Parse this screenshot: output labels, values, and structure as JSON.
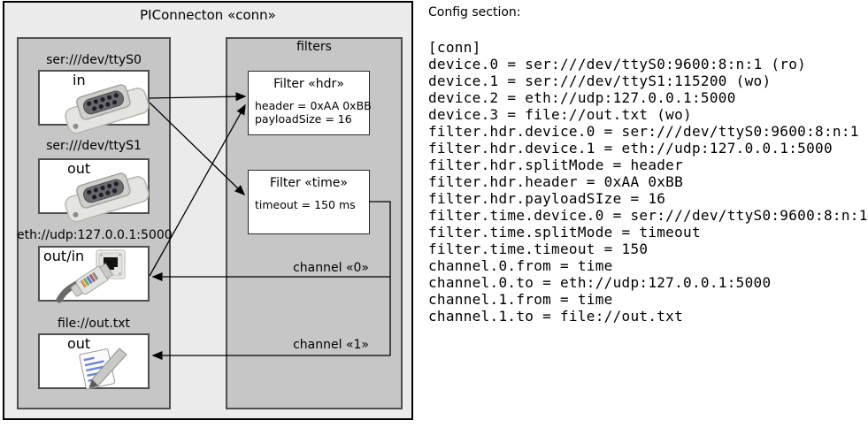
{
  "diagram": {
    "title": "PIConnecton «conn»",
    "devices": [
      {
        "label": "ser:///dev/ttyS0",
        "port": "in",
        "icon": "serial-connector-icon"
      },
      {
        "label": "ser:///dev/ttyS1",
        "port": "out",
        "icon": "serial-connector-icon"
      },
      {
        "label": "eth://udp:127.0.0.1:5000",
        "port": "out/in",
        "icon": "ethernet-plug-icon"
      },
      {
        "label": "file://out.txt",
        "port": "out",
        "icon": "file-note-icon"
      }
    ],
    "filters_label": "filters",
    "filters": [
      {
        "title": "Filter «hdr»",
        "attr_lines": [
          "header = 0xAA 0xBB",
          "payloadSize = 16"
        ]
      },
      {
        "title": "Filter «time»",
        "attr_lines": [
          "timeout = 150 ms"
        ]
      }
    ],
    "channels": [
      {
        "label": "channel «0»"
      },
      {
        "label": "channel «1»"
      }
    ]
  },
  "config": {
    "heading": "Config section:",
    "lines": [
      "[conn]",
      "device.0 = ser:///dev/ttyS0:9600:8:n:1 (ro)",
      "device.1 = ser:///dev/ttyS1:115200 (wo)",
      "device.2 = eth://udp:127.0.0.1:5000",
      "device.3 = file://out.txt (wo)",
      "filter.hdr.device.0 = ser:///dev/ttyS0:9600:8:n:1",
      "filter.hdr.device.1 = eth://udp:127.0.0.1:5000",
      "filter.hdr.splitMode = header",
      "filter.hdr.header = 0xAA 0xBB",
      "filter.hdr.payloadSIze = 16",
      "filter.time.device.0 = ser:///dev/ttyS0:9600:8:n:1",
      "filter.time.splitMode = timeout",
      "filter.time.timeout = 150",
      "channel.0.from = time",
      "channel.0.to = eth://udp:127.0.0.1:5000",
      "channel.1.from = time",
      "channel.1.to = file://out.txt"
    ]
  },
  "colors": {
    "page_bg": "#ffffff",
    "frame_bg": "#ebebeb",
    "container_bg": "#c6c6c6",
    "box_bg": "#ffffff",
    "border_dark": "#4f4f4f",
    "line": "#000000",
    "text": "#000000"
  }
}
